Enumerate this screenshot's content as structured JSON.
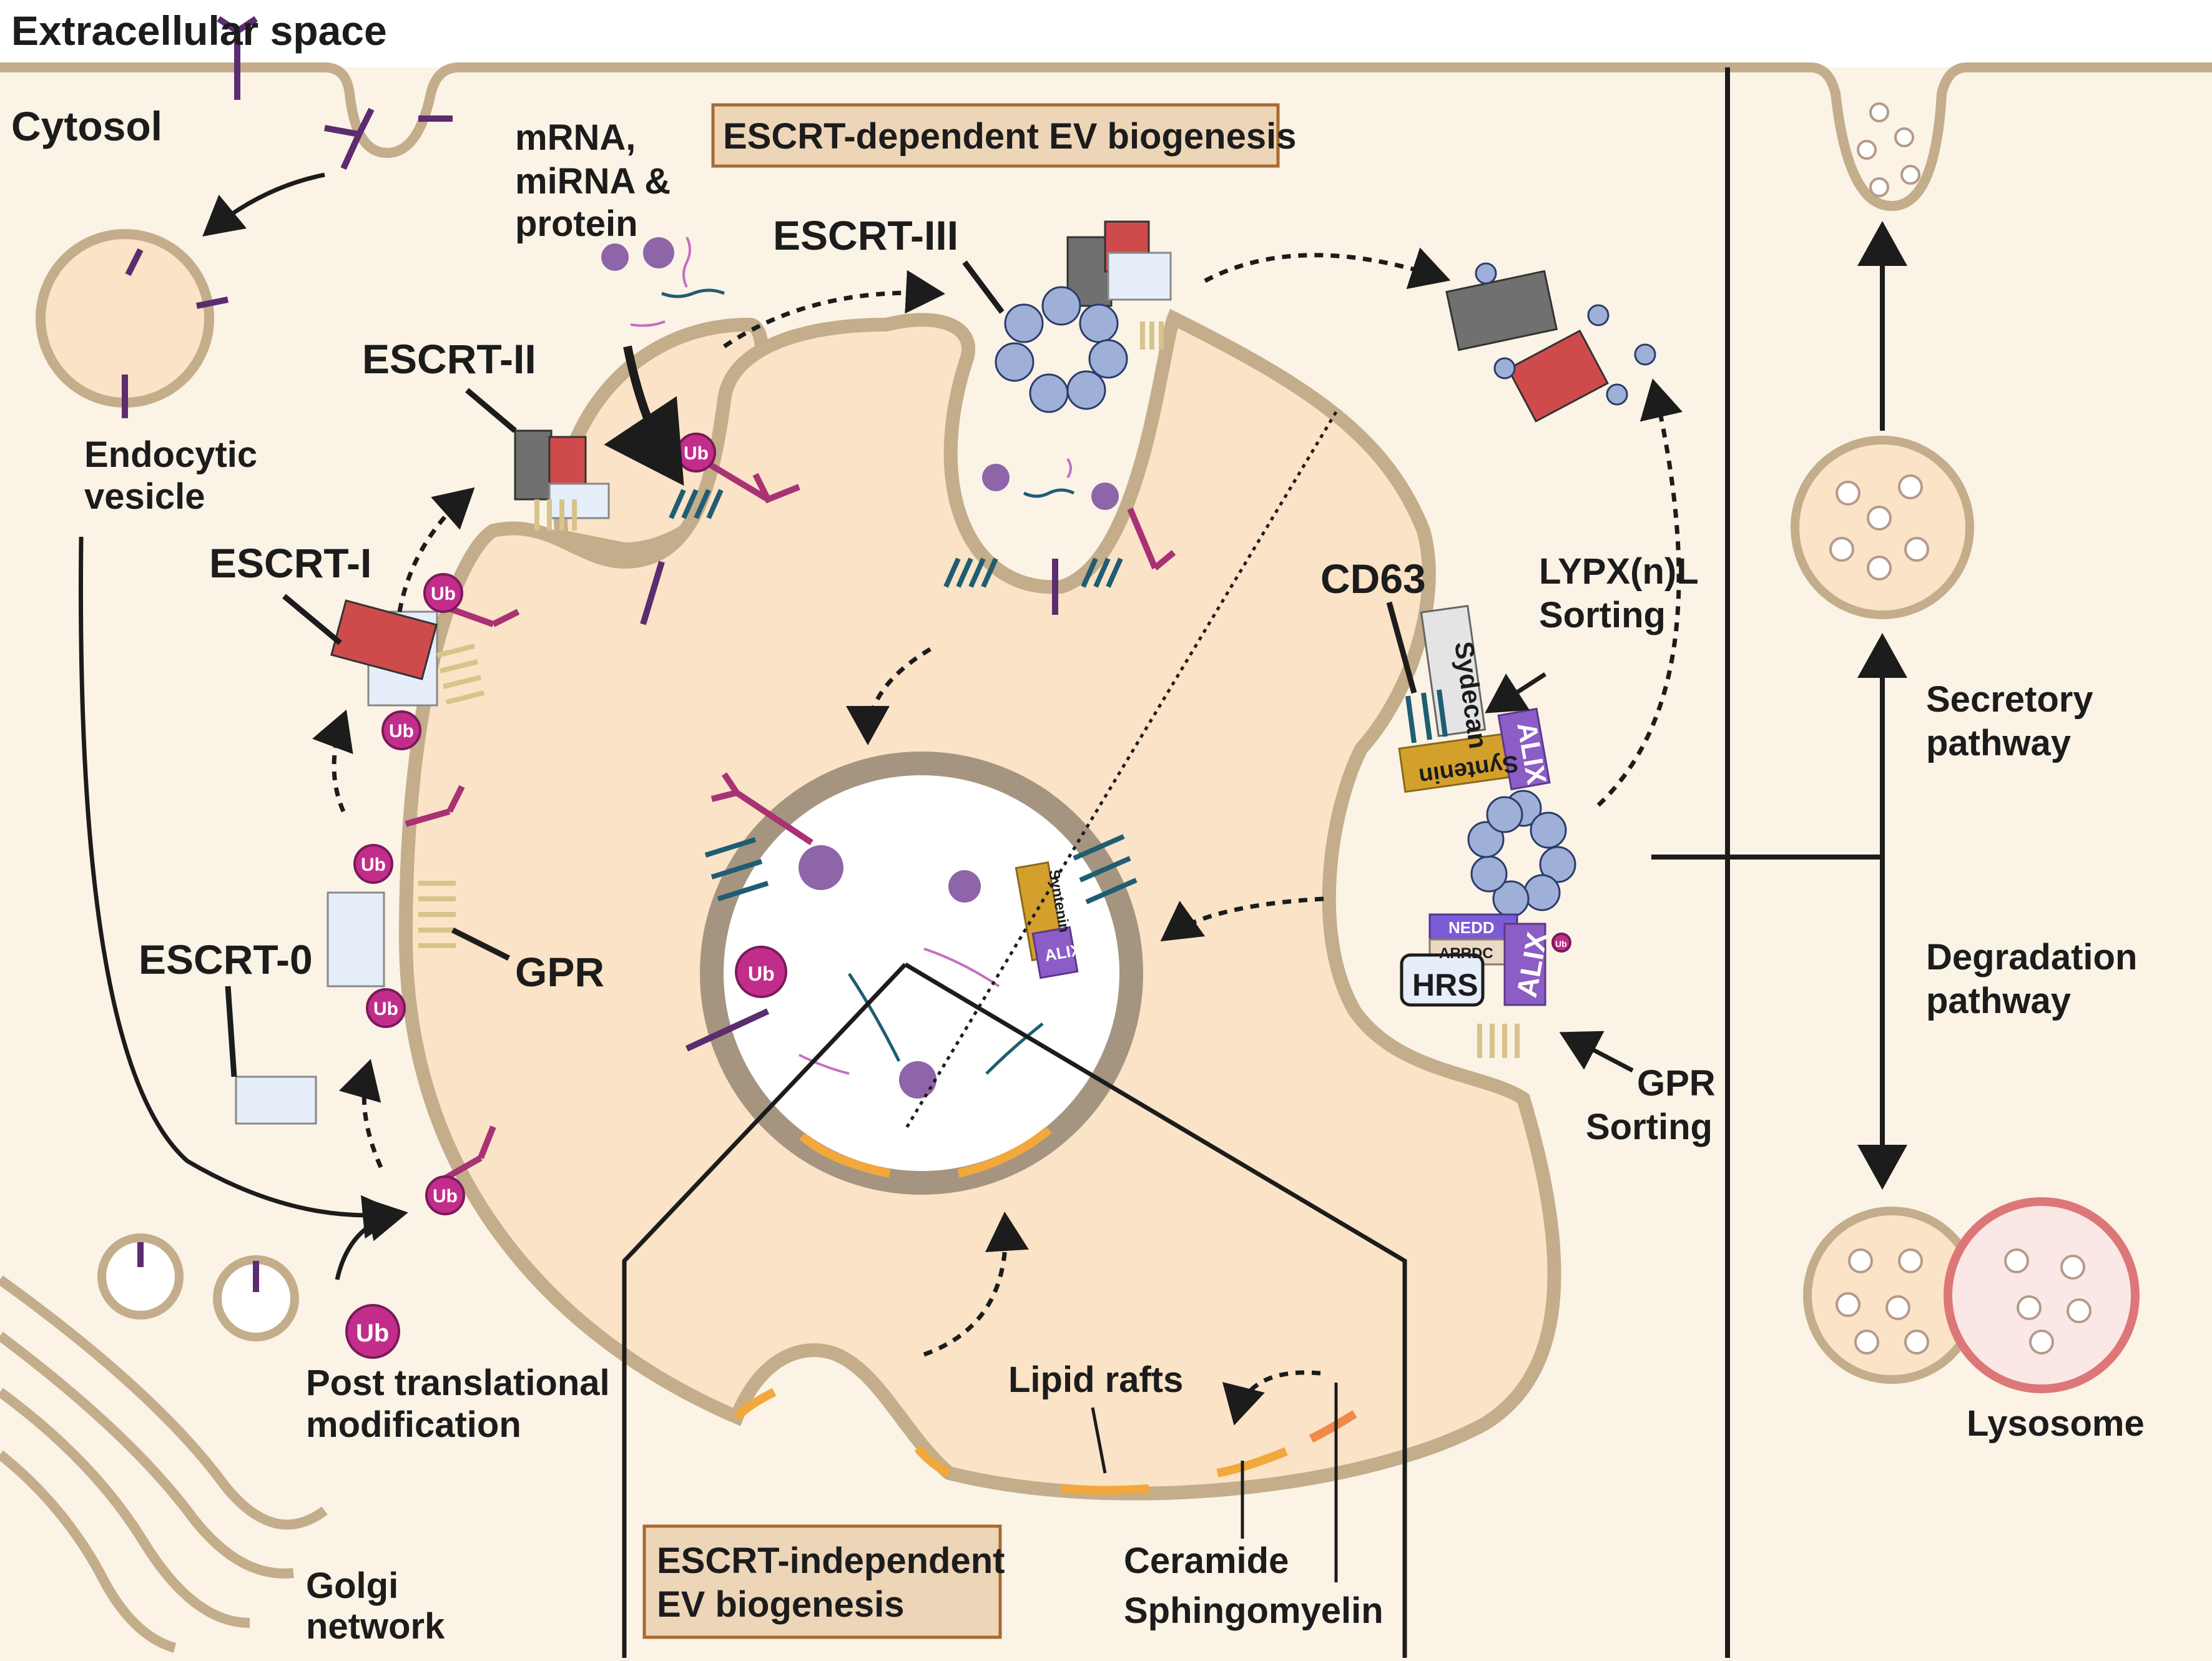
{
  "regions": {
    "extracellular": "Extracellular space",
    "cytosol": "Cytosol"
  },
  "boxes": {
    "escrt_dependent": "ESCRT-dependent EV biogenesis",
    "escrt_independent_1": "ESCRT-independent",
    "escrt_independent_2": "EV biogenesis"
  },
  "labels": {
    "cargo_1": "mRNA,",
    "cargo_2": "miRNA &",
    "cargo_3": "protein",
    "escrt_iii": "ESCRT-III",
    "escrt_ii": "ESCRT-II",
    "escrt_i": "ESCRT-I",
    "escrt_0": "ESCRT-0",
    "gpr": "GPR",
    "endocytic_1": "Endocytic",
    "endocytic_2": "vesicle",
    "ptm_1": "Post translational",
    "ptm_2": "modification",
    "golgi_1": "Golgi",
    "golgi_2": "network",
    "cd63": "CD63",
    "lypx_1": "LYPX(n)L",
    "lypx_2": "Sorting",
    "gpr_sorting_1": "GPR",
    "gpr_sorting_2": "Sorting",
    "lipid_rafts": "Lipid rafts",
    "ceramide": "Ceramide",
    "sphingomyelin": "Sphingomyelin",
    "secretory_1": "Secretory",
    "secretory_2": "pathway",
    "degradation_1": "Degradation",
    "degradation_2": "pathway",
    "lysosome": "Lysosome"
  },
  "proteins": {
    "ub": "Ub",
    "sydecan": "Sydecan",
    "syntenin": "Syntenin",
    "alix": "ALIX",
    "nedd": "NEDD",
    "arrdc": "ARRDC",
    "hrs": "HRS"
  },
  "colors": {
    "background": "#faf3e6",
    "cell_fill": "#fae3c6",
    "membrane": "#c3ad8a",
    "escrt_red": "#cf4b4b",
    "escrt_gray": "#707070",
    "escrt_light": "#e6eefa",
    "escrt_iii_ring": "#9fb0d8",
    "ubiquitin": "#c22d8c",
    "receptor": "#5b2c6f",
    "tetraspanin": "#1f5d73",
    "syntenin": "#d4a02c",
    "alix": "#8c5cc7",
    "lipid_raft": "#f2a83a",
    "lysosome": "#dd7777"
  },
  "icons": [
    "ubiquitin-badge-icon",
    "receptor-icon",
    "tetraspanin-icon",
    "dna-icon",
    "rna-strand-icon",
    "protein-blob-icon"
  ]
}
